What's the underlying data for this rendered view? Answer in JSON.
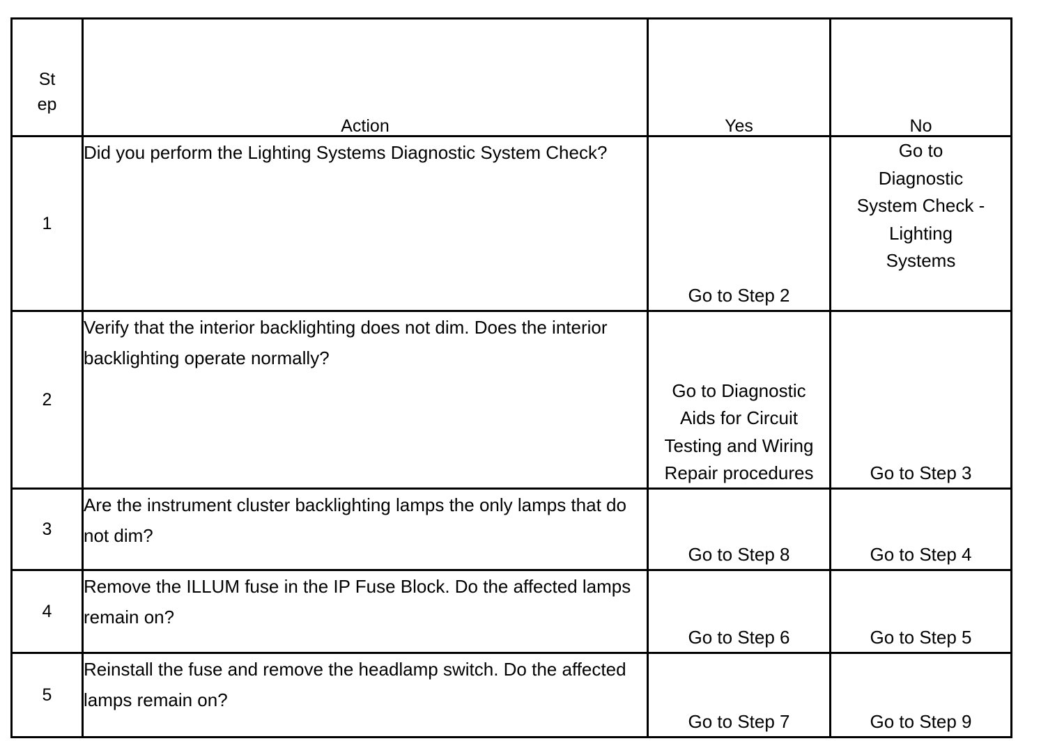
{
  "document": {
    "type": "diagnostic-decision-table",
    "border_color": "#000000",
    "background_color": "#ffffff",
    "text_color": "#000000"
  },
  "table": {
    "headers": {
      "step_line1": "St",
      "step_line2": "ep",
      "action": "Action",
      "yes": "Yes",
      "no": "No"
    },
    "rows": [
      {
        "step": "1",
        "action": "Did you perform the Lighting Systems Diagnostic System Check?",
        "yes": {
          "lines": [
            "Go to Step 2"
          ],
          "align": "bottom"
        },
        "no": {
          "lines": [
            "Go to",
            "Diagnostic",
            "System Check -",
            "Lighting",
            "Systems"
          ],
          "align": "top"
        }
      },
      {
        "step": "2",
        "action": "Verify that the interior backlighting does not dim. Does the interior backlighting operate normally?",
        "yes": {
          "lines": [
            "Go to Diagnostic",
            "Aids for Circuit",
            "Testing and Wiring",
            "Repair procedures"
          ],
          "align": "bottom"
        },
        "no": {
          "lines": [
            "Go to Step 3"
          ],
          "align": "bottom"
        }
      },
      {
        "step": "3",
        "action": "Are the instrument cluster backlighting lamps the only lamps that do not dim?",
        "yes": {
          "lines": [
            "Go to Step 8"
          ],
          "align": "bottom"
        },
        "no": {
          "lines": [
            "Go to Step 4"
          ],
          "align": "bottom"
        }
      },
      {
        "step": "4",
        "action": "Remove the ILLUM fuse in the IP Fuse Block. Do the affected lamps remain on?",
        "yes": {
          "lines": [
            "Go to Step 6"
          ],
          "align": "bottom"
        },
        "no": {
          "lines": [
            "Go to Step 5"
          ],
          "align": "bottom"
        }
      },
      {
        "step": "5",
        "action": "Reinstall the fuse and remove the headlamp switch. Do the affected lamps remain on?",
        "yes": {
          "lines": [
            "Go to Step 7"
          ],
          "align": "bottom"
        },
        "no": {
          "lines": [
            "Go to Step 9"
          ],
          "align": "bottom"
        }
      }
    ]
  }
}
